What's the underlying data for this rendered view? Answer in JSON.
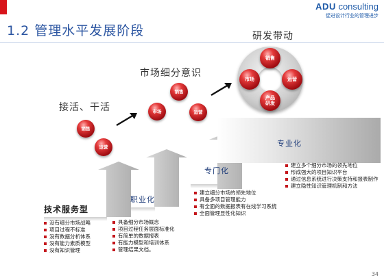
{
  "header": {
    "brand_bold": "ADU",
    "brand_rest": " consulting",
    "tagline": "促进设计行业的管理进步",
    "title": "1.2 管理水平发展阶段"
  },
  "stages": {
    "s1_label": "接活、干活",
    "s1_balls": [
      "销售",
      "运营"
    ],
    "s2_label": "市场细分意识",
    "s2_balls": [
      "市场",
      "销售",
      "运营"
    ],
    "s3_label": "研发带动",
    "s3_balls": [
      "销售",
      "市场",
      "运营",
      "产品",
      "研发"
    ]
  },
  "steps": {
    "step1": "技术服务型",
    "step2": "职业化",
    "step3": "专门化",
    "step4": "专业化"
  },
  "lists": {
    "l1": [
      "没有细分市场战略",
      "项目过程不标准",
      "没有数据分析体系",
      "没有能力素质模型",
      "没有知识管理"
    ],
    "l2": [
      "具备细分市场概念",
      "项目过程任务层面标准化",
      "有简单的数据报表",
      "有能力模型和培训体系",
      "管理结果文档。"
    ],
    "l3": [
      "建立细分市场的领先地位",
      "具备多项目管理能力",
      "有全面的数据报表有在线学习系统",
      "全面管理显性化知识"
    ],
    "l4": [
      "建立多个细分市场的领先地位",
      "形成强大的项目知识平台",
      "通过信息系统进行决策支持和报表制作",
      "建立隐性知识管理机制和方法"
    ]
  },
  "page_number": "34"
}
